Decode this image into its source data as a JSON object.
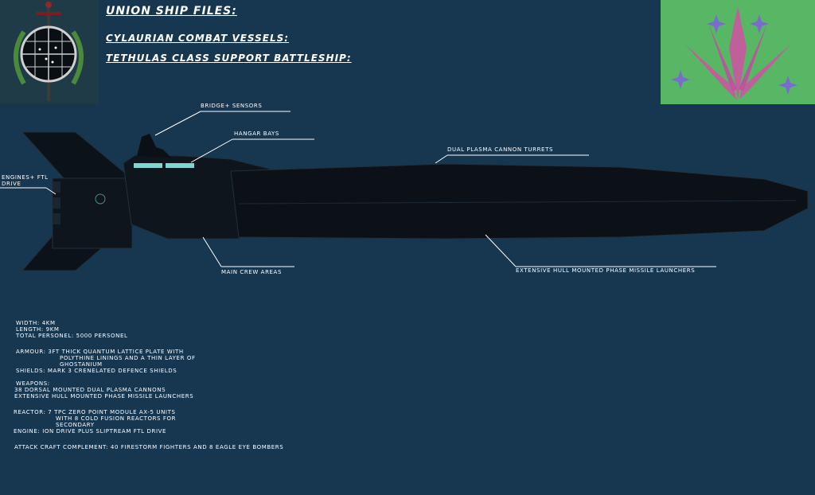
{
  "header": {
    "title": "Union Ship Files:",
    "subtitle1": "Cylaurian Combat Vessels:",
    "subtitle2": "Tethulas Class Support Battleship:"
  },
  "callouts": {
    "bridge": "Bridge+ Sensors",
    "hangar": "Hangar Bays",
    "turrets": "Dual Plasma Cannon Turrets",
    "engines_line1": "Engines+ FTL",
    "engines_line2": "Drive",
    "crew": "Main Crew Areas",
    "missiles": "Extensive Hull Mounted Phase Missile Launchers"
  },
  "specs": {
    "width": "Width: 4km",
    "length": "Length: 9km",
    "personnel": "Total Personel: 5000 Personel",
    "armour_label": "Armour:",
    "armour_1": "3ft thick Quantum Lattice plate with",
    "armour_2": "polythine linings and a thin layer of",
    "armour_3": "Ghostanium",
    "shields": "Shields: Mark 3 Crenelated Defence Shields",
    "weapons_label": "Weapons:",
    "weapons_1": "38 Dorsal mounted Dual Plasma Cannons",
    "weapons_2": "Extensive Hull Mounted Phase Missile Launchers",
    "reactor_label": "Reactor:",
    "reactor_1": "7 TPC Zero Point Module AX-5 Units",
    "reactor_2": "with 8 Cold Fusion Reactors for",
    "reactor_3": "Secondary",
    "engine": "Engine: Ion Drive plus Sliptream FTL Drive",
    "craft": "Attack Craft Complement: 40 Firestorm fighters and 8 Eagle Eye Bombers"
  },
  "colors": {
    "background": "#173650",
    "hull": "#0c1219",
    "flag_green": "#5fbf6a",
    "flag_pink": "#c0609a",
    "flag_star": "#7a6ccf"
  },
  "icons": {
    "emblem": "union-emblem-icon",
    "flag": "cylaurian-flag-icon"
  }
}
